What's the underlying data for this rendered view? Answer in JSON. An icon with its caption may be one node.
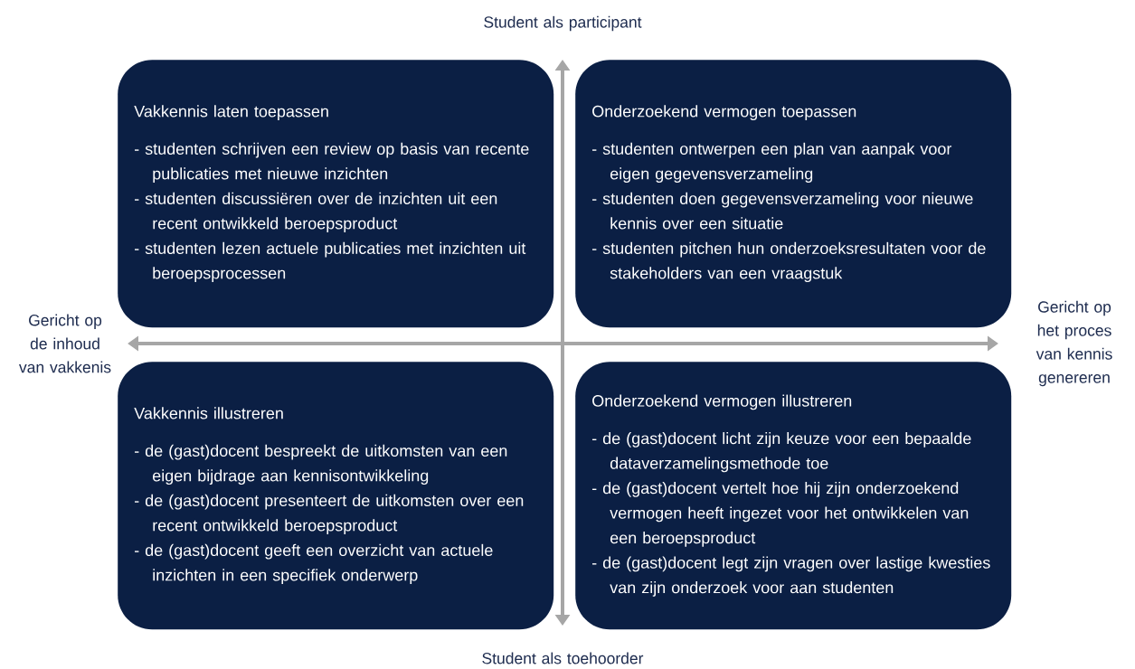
{
  "diagram": {
    "nodes": [
      {
        "text": [
          "Vakkennis laten toepassen",
          "- studenten schrijven een review op basis van recente publicaties met nieuwe inzichten",
          "- studenten discussiëren over de inzichten uit een recent ontwikkeld beroepsproduct",
          "- studenten lezen actuele publicaties met inzichten uit beroepsprocessen"
        ]
      },
      {
        "text": [
          "Onderzoekend vermogen toepassen",
          "- studenten ontwerpen een plan van aanpak voor eigen gegevensverzameling",
          "- studenten doen gegevensverzameling voor nieuwe kennis over een situatie",
          "- studenten pitchen hun onderzoeksresultaten voor de stakeholders van een vraagstuk"
        ]
      },
      {
        "text": [
          "Vakkennis illustreren",
          "- de (gast)docent bespreekt de uitkomsten van een eigen bijdrage aan kennisontwikkeling",
          "- de (gast)docent presenteert de uitkomsten over een recent ontwikkeld beroepsproduct",
          "- de (gast)docent geeft een overzicht van actuele inzichten in een specifiek onderwerp"
        ]
      },
      {
        "text": [
          "Onderzoekend vermogen illustreren",
          "- de (gast)docent licht zijn keuze voor een bepaalde dataverzamelingsmethode toe",
          "- de (gast)docent vertelt hoe hij zijn onderzoekend vermogen heeft ingezet voor het ontwikkelen van een beroepsproduct",
          "- de (gast)docent legt zijn vragen over lastige kwesties van zijn onderzoek voor aan studenten"
        ]
      }
    ],
    "edges": [],
    "labels": [
      "Student als participant",
      "Gericht op de inhoud van vakkenis",
      "Gericht op het proces van kennis genereren",
      "Student als toehoorder"
    ]
  }
}
